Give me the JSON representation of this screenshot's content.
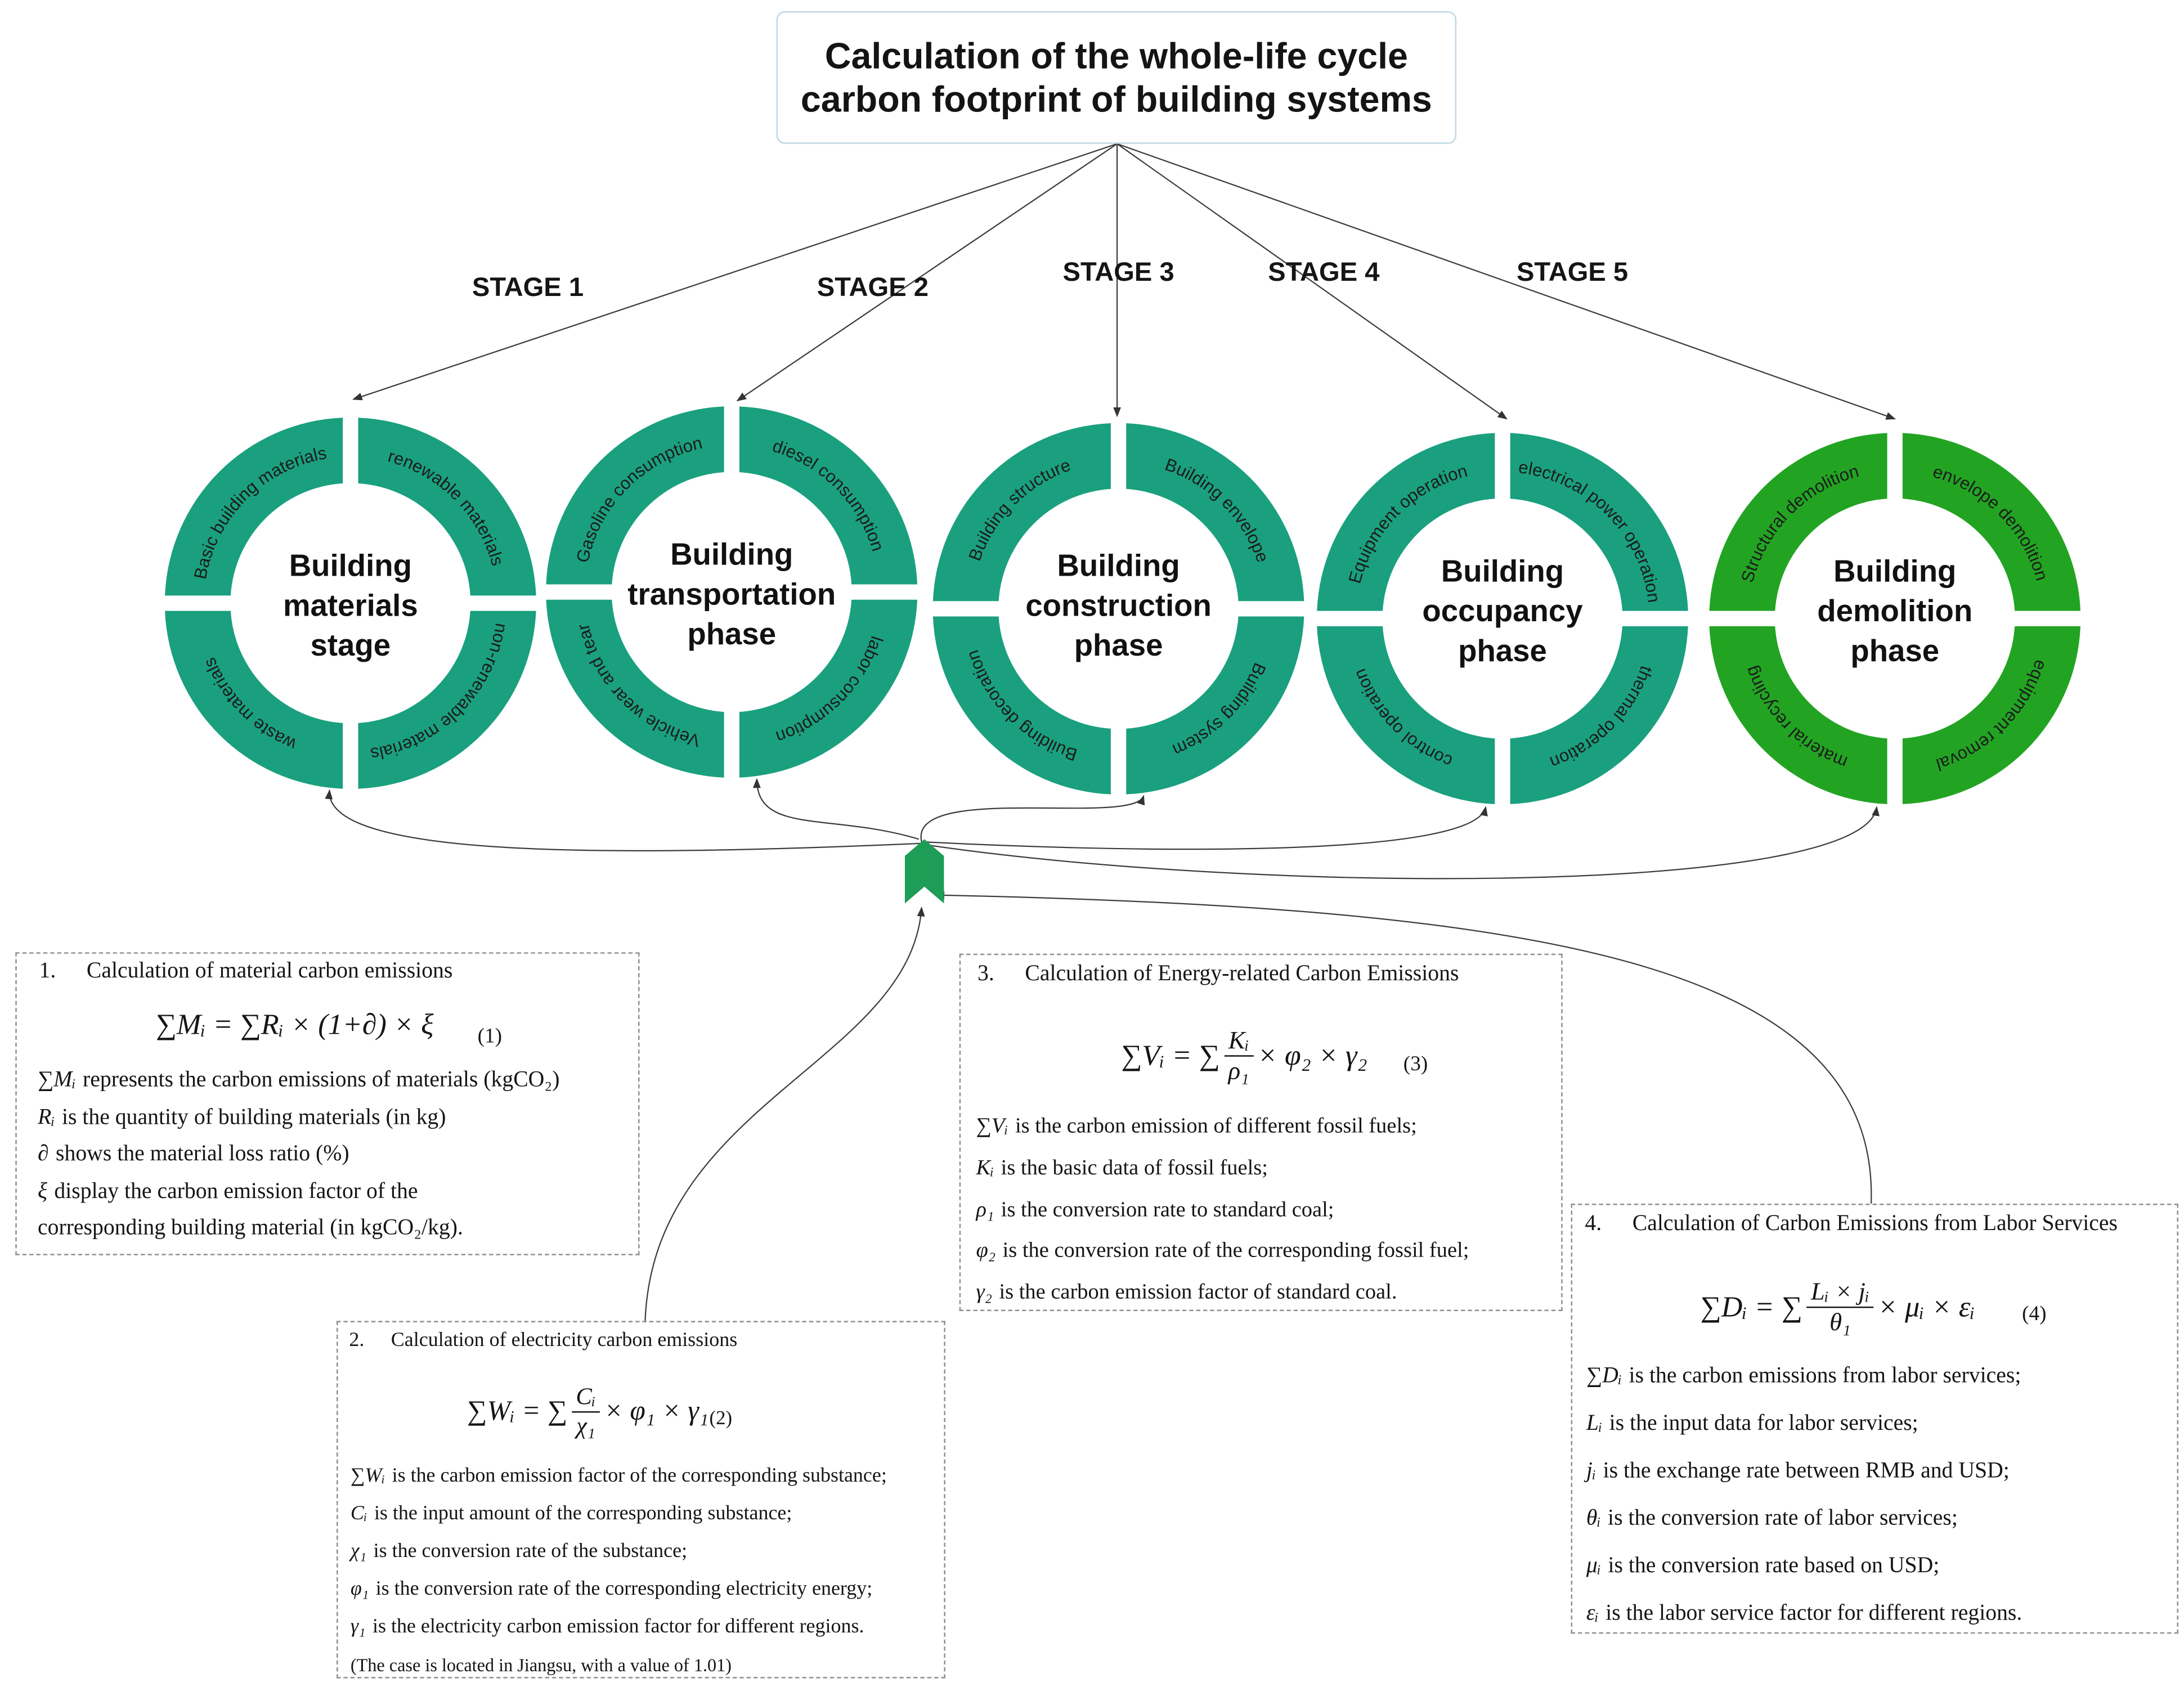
{
  "title": {
    "lines": [
      "Calculation of the whole-life cycle",
      "carbon footprint of building systems"
    ]
  },
  "stages": [
    "STAGE 1",
    "STAGE 2",
    "STAGE 3",
    "STAGE 4",
    "STAGE 5"
  ],
  "phases": [
    {
      "center": [
        "Building",
        "materials",
        "stage"
      ],
      "segments": [
        "Basic building materials",
        "renewable materials",
        "non-renewable materials",
        "waste materials"
      ],
      "color": "#1aa07e"
    },
    {
      "center": [
        "Building",
        "transportation",
        "phase"
      ],
      "segments": [
        "Gasoline consumption",
        "diesel consumption",
        "labor consumption",
        "Vehicle wear and tear"
      ],
      "color": "#1aa07e"
    },
    {
      "center": [
        "Building",
        "construction",
        "phase"
      ],
      "segments": [
        "Building structure",
        "Building envelope",
        "Building system",
        "Building decoration"
      ],
      "color": "#1aa07e"
    },
    {
      "center": [
        "Building",
        "occupancy",
        "phase"
      ],
      "segments": [
        "Equipment operation",
        "electrical power operation",
        "thermal operation",
        "control operation"
      ],
      "color": "#1aa07e"
    },
    {
      "center": [
        "Building",
        "demolition",
        "phase"
      ],
      "segments": [
        "Structural demolition",
        "envelope demolition",
        "equipment removal",
        "material recycling"
      ],
      "color": "#22a422"
    }
  ],
  "hub_marker": {
    "color": "#1e9d57"
  },
  "formula_boxes": [
    {
      "number": "1.",
      "title": "Calculation of material carbon emissions",
      "formula": {
        "lhs": "∑Mᵢ = ∑Rᵢ × (1+∂) × ξ",
        "number": "(1)"
      },
      "lines": [
        {
          "sym": "∑Mᵢ",
          "text": "represents the carbon emissions of materials (kgCO₂)"
        },
        {
          "sym": "Rᵢ",
          "text": "is the quantity of building materials (in kg)"
        },
        {
          "sym": "∂",
          "text": "shows the material loss ratio (%)"
        },
        {
          "sym": "ξ",
          "text": "display the carbon emission factor of the"
        },
        {
          "text": "corresponding building material (in kgCO₂/kg)."
        }
      ]
    },
    {
      "number": "2.",
      "title": "Calculation of electricity carbon emissions",
      "formula": {
        "lhs": "∑Wᵢ = ∑",
        "num": "Cᵢ",
        "den": "χ₁",
        "rhs": "× φ₁ × γ₁",
        "number": "(2)"
      },
      "lines": [
        {
          "sym": "∑Wᵢ",
          "text": "is the carbon emission factor of the corresponding substance;"
        },
        {
          "sym": "Cᵢ",
          "text": "is the input amount of the corresponding substance;"
        },
        {
          "sym": "χ₁",
          "text": "is the conversion rate of the substance;"
        },
        {
          "sym": "φ₁",
          "text": "is the conversion rate of the corresponding electricity energy;"
        },
        {
          "sym": "γ₁",
          "text": "is the electricity carbon emission factor for different regions."
        },
        {
          "text": "(The case is located in Jiangsu, with a value of 1.01)"
        }
      ]
    },
    {
      "number": "3.",
      "title": "Calculation of Energy-related Carbon Emissions",
      "formula": {
        "lhs": "∑Vᵢ = ∑",
        "num": "Kᵢ",
        "den": "ρ₁",
        "rhs": "× φ₂ × γ₂",
        "number": "(3)"
      },
      "lines": [
        {
          "sym": "∑Vᵢ",
          "text": "is the carbon emission of different fossil fuels;"
        },
        {
          "sym": "Kᵢ",
          "text": "is the basic data of fossil fuels;"
        },
        {
          "sym": "ρ₁",
          "text": "is the conversion rate to standard coal;"
        },
        {
          "sym": "φ₂",
          "text": "is the conversion rate of the corresponding fossil fuel;"
        },
        {
          "sym": "γ₂",
          "text": "is the carbon emission factor of standard coal."
        }
      ]
    },
    {
      "number": "4.",
      "title": "Calculation of Carbon Emissions from Labor Services",
      "formula": {
        "lhs": "∑Dᵢ = ∑",
        "num": "Lᵢ × jᵢ",
        "den": "θ₁",
        "rhs": "× μᵢ × εᵢ",
        "number": "(4)"
      },
      "lines": [
        {
          "sym": "∑Dᵢ",
          "text": "is the carbon emissions from labor services;"
        },
        {
          "sym": "Lᵢ",
          "text": "is the input data for labor services;"
        },
        {
          "sym": "jᵢ",
          "text": "is the exchange rate between RMB and USD;"
        },
        {
          "sym": "θᵢ",
          "text": "is the conversion rate of labor services;"
        },
        {
          "sym": "μᵢ",
          "text": "is the conversion rate based on USD;"
        },
        {
          "sym": "εᵢ",
          "text": "is the labor service factor for different regions."
        }
      ]
    }
  ]
}
